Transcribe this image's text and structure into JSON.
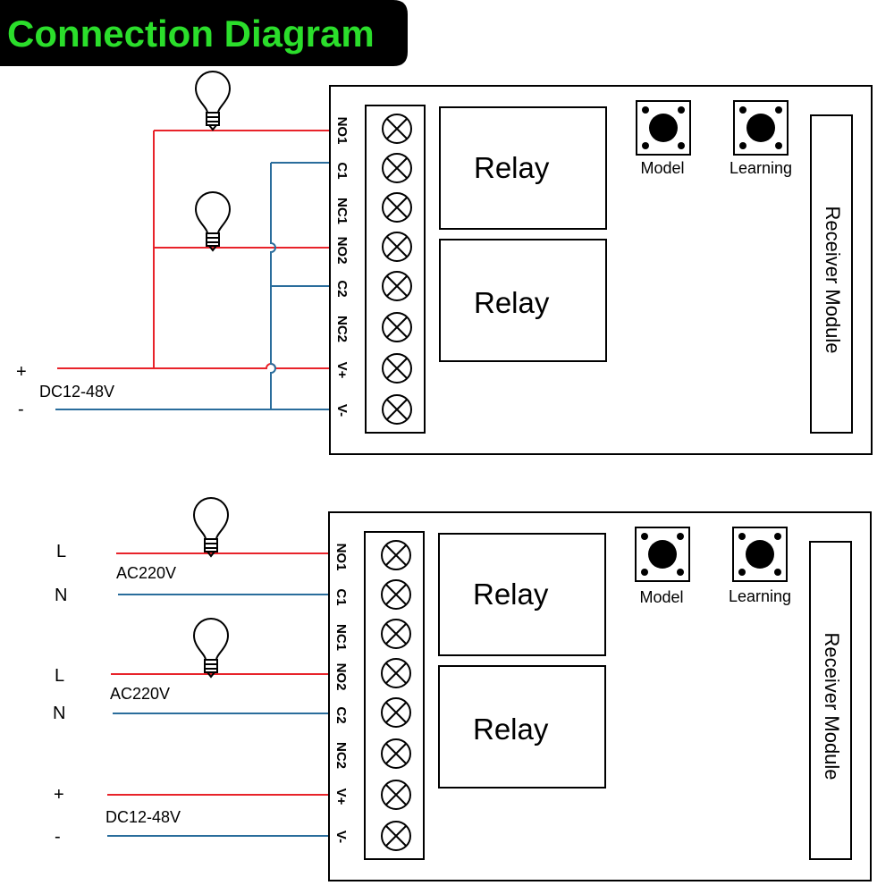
{
  "title": "Connection Diagram",
  "colors": {
    "title_bg": "#000000",
    "title_text": "#2bde2b",
    "wire_red": "#e8232a",
    "wire_blue": "#2a6d9c",
    "outline": "#000000"
  },
  "terminals": [
    "NO1",
    "C1",
    "NC1",
    "NO2",
    "C2",
    "NC2",
    "V+",
    "V-"
  ],
  "module": {
    "relay_label": "Relay",
    "model_label": "Model",
    "learning_label": "Learning",
    "receiver_label": "Receiver Module"
  },
  "diagram1": {
    "plus": "+",
    "minus": "-",
    "supply": "DC12-48V"
  },
  "diagram2": {
    "load1": {
      "line": "L",
      "neutral": "N",
      "supply": "AC220V"
    },
    "load2": {
      "line": "L",
      "neutral": "N",
      "supply": "AC220V"
    },
    "dc": {
      "plus": "+",
      "minus": "-",
      "supply": "DC12-48V"
    }
  },
  "icons": {
    "bulb": "lightbulb-icon",
    "terminal_screw": "terminal-screw-icon",
    "push_button": "push-button-icon"
  }
}
